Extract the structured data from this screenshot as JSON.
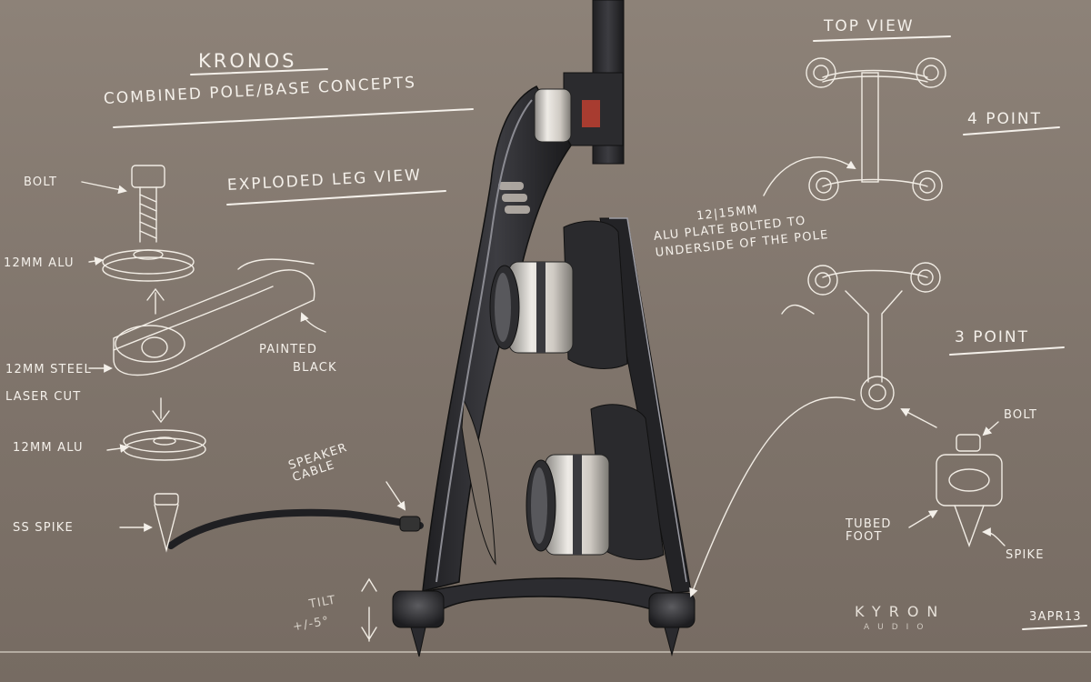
{
  "title": "Kronos",
  "subtitle": "Combined pole/base concepts",
  "exploded_heading": "Exploded leg view",
  "top_view_heading": "Top view",
  "labels": {
    "bolt": "Bolt",
    "alu_top": "12mm ALU",
    "steel": "12mm steel",
    "laser_cut": "laser cut",
    "painted": "Painted",
    "black": "black",
    "alu_bottom": "12mm ALU",
    "spike": "SS spike",
    "speaker_cable": "Speaker cable",
    "tilt": "Tilt",
    "tilt_range": "+/-5°",
    "alu_plate_size": "12|15mm",
    "alu_plate_note": "ALU plate bolted to underside of the pole",
    "four_point": "4 point",
    "three_point": "3 point",
    "foot_bolt": "Bolt",
    "tubed_foot": "Tubed foot",
    "foot_spike": "Spike"
  },
  "brand": {
    "name": "KYRON",
    "tag": "AUDIO"
  },
  "date": "3APR13",
  "colors": {
    "background": "#8a7f76",
    "chalk": "#f4f0ea",
    "frame": "#2c2c30",
    "driver_silver": "#d8d4cd",
    "accent_red": "#a83c30"
  }
}
